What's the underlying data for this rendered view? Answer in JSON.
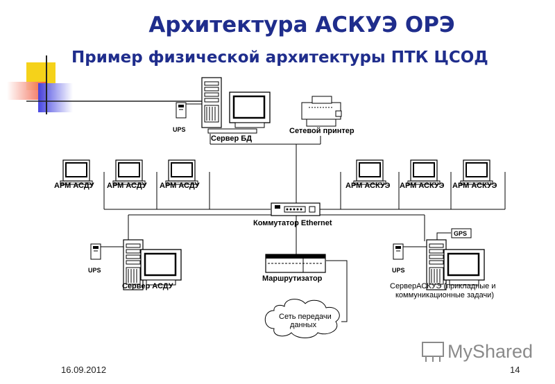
{
  "slide": {
    "title": "Архитектура АСКУЭ ОРЭ",
    "subtitle": "Пример физической архитектуры ПТК ЦСОД",
    "date": "16.09.2012",
    "page_number": "14"
  },
  "labels": {
    "ups_top": "UPS",
    "server_db": "Сервер БД",
    "network_printer": "Сетевой принтер",
    "arm_asdu_1": "АРМ АСДУ",
    "arm_asdu_2": "АРМ АСДУ",
    "arm_asdu_3": "АРМ АСДУ",
    "arm_askue_1": "АРМ АСКУЭ",
    "arm_askue_2": "АРМ АСКУЭ",
    "arm_askue_3": "АРМ АСКУЭ",
    "ethernet_switch": "Коммутатор Ethernet",
    "ups_left": "UPS",
    "server_asdu": "Сервер АСДУ",
    "router": "Маршрутизатор",
    "gps": "GPS",
    "ups_right": "UPS",
    "server_askue_line1": "СерверАСКУЭ (прикладные и",
    "server_askue_line2": "коммуникационные задачи)",
    "cloud_line1": "Сеть передачи",
    "cloud_line2": "данных"
  },
  "watermark": "MyShared",
  "colors": {
    "title": "#1f2d8c",
    "deco_yellow": "#f5d21a",
    "deco_red": "#f0553a",
    "deco_blue": "#3c3ce0"
  }
}
